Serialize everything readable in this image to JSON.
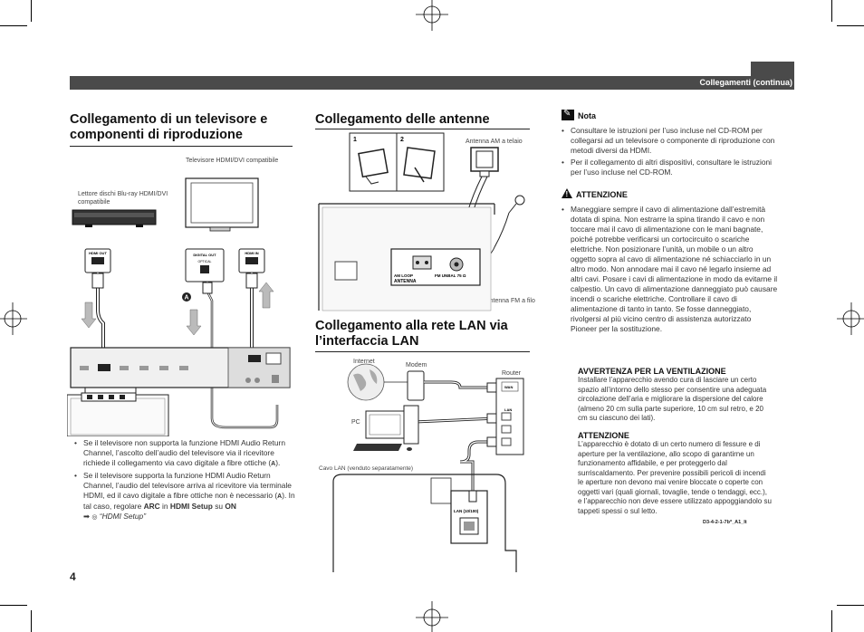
{
  "header": {
    "section": "Collegamenti (continua)"
  },
  "page_number": "4",
  "footer_code": "D3-4-2-1-7b*_A1_It",
  "tv_section": {
    "title_line1": "Collegamento di un televisore e",
    "title_line2": "componenti di riproduzione",
    "label_tv": "Televisore HDMI/DVI compatibile",
    "label_bluray": "Lettore dischi Blu-ray HDMI/DVI compatibile",
    "port_hdmi_out": "HDMI OUT",
    "port_digital_out": "DIGITAL OUT",
    "port_optical": "OPTICAL",
    "port_hdmi_in": "HDMI IN",
    "marker_a": "A",
    "bullet1_before": "Se il televisore non supporta la funzione HDMI Audio Return Channel, l’ascolto dell’audio del televisore via il ricevitore richiede il collegamento via cavo digitale a fibre ottiche (",
    "bullet1_after": ").",
    "bullet2_before": "Se il televisore supporta la funzione HDMI Audio Return Channel, l’audio del televisore arriva al ricevitore via terminale HDMI, ed il cavo digitale a fibre ottiche non è necessario (",
    "bullet2_mid1": "). In tal caso, regolare ",
    "bullet2_arc": "ARC",
    "bullet2_in": " in ",
    "bullet2_setup": "HDMI Setup",
    "bullet2_su": " su ",
    "bullet2_on": "ON",
    "bullet2_ref": "“HDMI Setup”"
  },
  "antenna_section": {
    "title": "Collegamento delle antenne",
    "step1": "1",
    "step2": "2",
    "label_am": "Antenna AM a telaio",
    "label_fm": "Antenna FM a filo",
    "port_am_loop": "AM LOOP",
    "port_fm_unbal": "FM UNBAL 75 Ω",
    "port_antenna": "ANTENNA"
  },
  "lan_section": {
    "title_line1": "Collegamento alla rete LAN via",
    "title_line2": "l’interfaccia LAN",
    "label_internet": "Internet",
    "label_modem": "Modem",
    "label_router": "Router",
    "label_pc": "PC",
    "label_cable": "Cavo LAN (venduto separatamente)",
    "port_wan": "WAN",
    "port_lan": "LAN",
    "port_lan_receiver": "LAN (10/100)"
  },
  "nota": {
    "title": "Nota",
    "items": [
      "Consultare le istruzioni per l’uso incluse nel CD-ROM per collegarsi ad un televisore o componente di riproduzione con metodi diversi da HDMI.",
      "Per il collegamento di altri dispositivi, consultare le istruzioni per l’uso incluse nel CD-ROM."
    ]
  },
  "attenzione1": {
    "title": "ATTENZIONE",
    "text": "Maneggiare sempre il cavo di alimentazione dall’estremità dotata di spina. Non estrarre la spina tirando il cavo e non toccare mai il cavo di alimentazione con le mani bagnate, poiché potrebbe verificarsi un cortocircuito o scariche elettriche. Non posizionare l’unità, un mobile o un altro oggetto sopra al cavo di alimentazione né schiacciarlo in un altro modo. Non annodare mai il cavo né legarlo insieme ad altri cavi. Posare i cavi di alimentazione in modo da evitarne il calpestio. Un cavo di alimentazione danneggiato può causare incendi o scariche elettriche. Controllare il cavo di alimentazione di tanto in tanto. Se fosse danneggiato, rivolgersi al più vicino centro di assistenza autorizzato Pioneer per la sostituzione."
  },
  "ventilazione": {
    "title": "AVVERTENZA PER LA VENTILAZIONE",
    "text": "Installare l’apparecchio avendo cura di lasciare un certo spazio all’intorno dello stesso per consentire una adeguata circolazione dell’aria e migliorare la dispersione del calore (almeno 20 cm sulla parte superiore, 10 cm sul retro, e 20 cm su ciascuno dei lati)."
  },
  "attenzione2": {
    "title": "ATTENZIONE",
    "text": "L’apparecchio è dotato di un certo numero di fessure e di aperture per la ventilazione, allo scopo di garantirne un funzionamento affidabile, e per proteggerlo dal surriscaldamento. Per prevenire possibili pericoli di incendi le aperture non devono mai venire bloccate o coperte con oggetti vari (quali giornali, tovaglie, tende o tendaggi, ecc.), e l’apparecchio non deve essere utilizzato appoggiandolo su tappeti spessi o sul letto."
  }
}
